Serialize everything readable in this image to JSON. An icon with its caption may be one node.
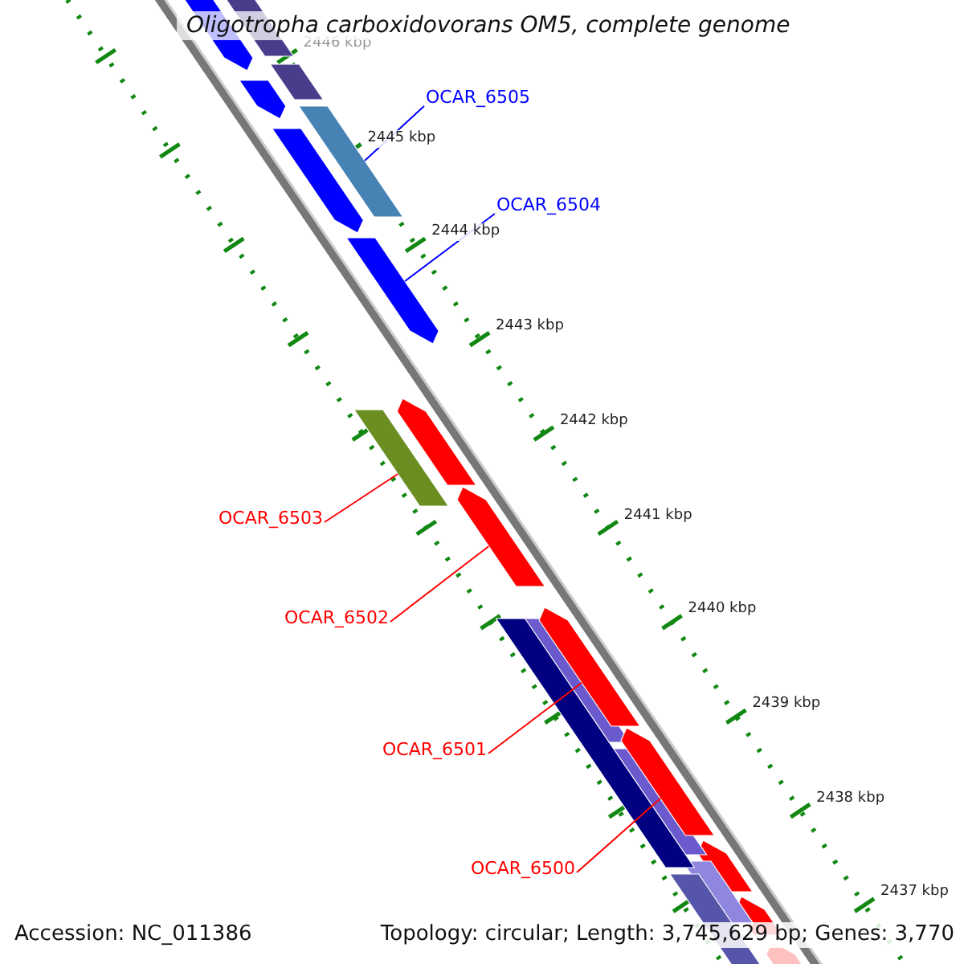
{
  "diagram": {
    "title": "Oligotropha carboxidovorans OM5, complete genome",
    "nodes": [
      {
        "text": [
          "OCAR_6505"
        ]
      },
      {
        "text": [],
        "shape": "bar"
      },
      {
        "text": [
          "OCAR_6504"
        ]
      },
      {
        "text": [],
        "shape": "bar"
      },
      {
        "text": [
          "OCAR_6503"
        ]
      },
      {
        "text": [],
        "shape": "bar"
      },
      {
        "text": [
          "OCAR_6502"
        ]
      },
      {
        "text": [],
        "shape": "bar"
      },
      {
        "text": [
          "OCAR_6501"
        ]
      },
      {
        "text": [],
        "shape": "bar"
      },
      {
        "text": [
          "OCAR_6500"
        ]
      },
      {
        "text": [],
        "shape": "bar"
      }
    ],
    "edges": [
      {
        "from": 0,
        "to": 1,
        "arrow": "none",
        "color": "#0000ff"
      },
      {
        "from": 2,
        "to": 3,
        "arrow": "none",
        "color": "#0000ff"
      },
      {
        "from": 4,
        "to": 5,
        "arrow": "none"
      },
      {
        "from": 6,
        "to": 7,
        "arrow": "none"
      },
      {
        "from": 8,
        "to": 9,
        "arrow": "none"
      },
      {
        "from": 10,
        "to": 11,
        "arrow": "none"
      }
    ],
    "labels": [
      "2446 kbp",
      "2445 kbp",
      "2444 kbp",
      "2443 kbp",
      "2442 kbp",
      "2441 kbp",
      "2440 kbp",
      "2439 kbp",
      "2438 kbp",
      "2437 kbp",
      "Accession: NC_011386",
      "Topology: circular; Length: 3,745,629 bp; Genes: 3,770"
    ]
  }
}
